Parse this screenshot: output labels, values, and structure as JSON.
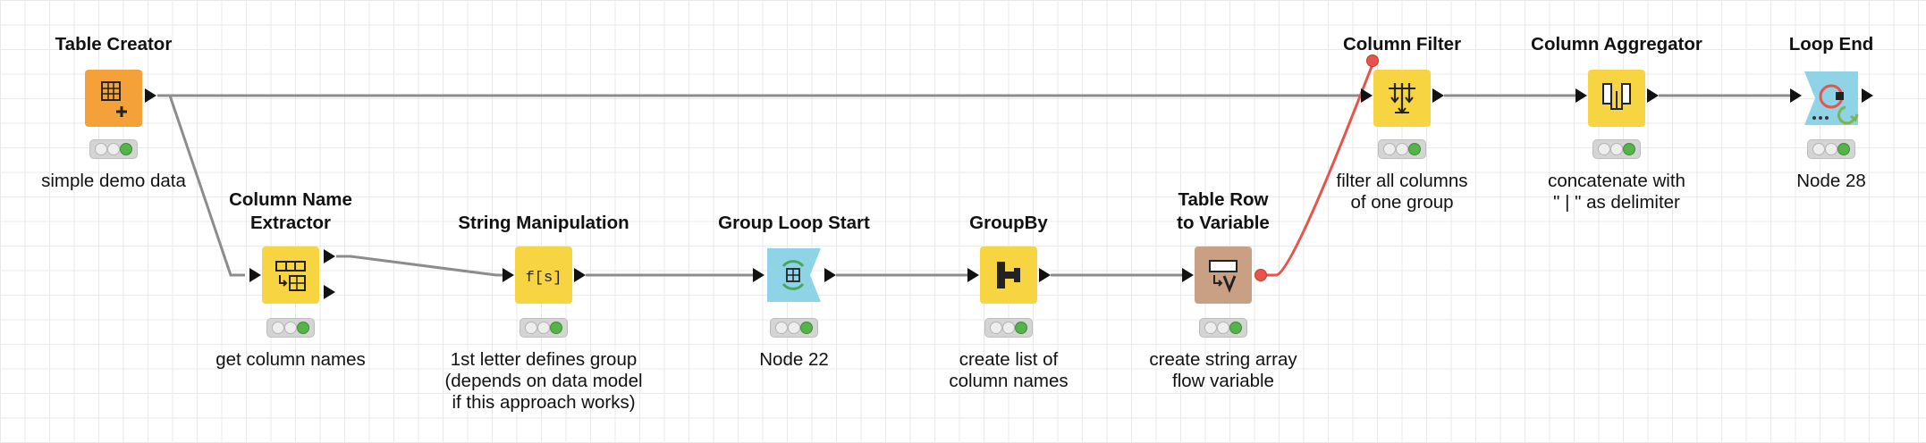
{
  "colors": {
    "data_connection": "#8c8c8c",
    "variable_connection": "#e8534b",
    "source_node": "#f4a13a",
    "manipulator_node": "#f7d442",
    "loop_node": "#8fd3e6",
    "variable_node": "#c9a083",
    "status_ok": "#55b34a"
  },
  "nodes": [
    {
      "id": "table-creator",
      "title": "Table Creator",
      "icon": "table-creator-icon",
      "desc": "simple demo data",
      "status": "green"
    },
    {
      "id": "column-name-extractor",
      "title": "Column Name Extractor",
      "title_line1": "Column Name",
      "title_line2": "Extractor",
      "icon": "column-name-extractor-icon",
      "desc": "get column names",
      "status": "green"
    },
    {
      "id": "string-manipulation",
      "title": "String Manipulation",
      "icon": "string-manipulation-icon",
      "desc_line1": "1st letter defines group",
      "desc_line2": "(depends on data model",
      "desc_line3": "if this approach works)",
      "status": "green"
    },
    {
      "id": "group-loop-start",
      "title": "Group Loop Start",
      "icon": "group-loop-start-icon",
      "desc": "Node 22",
      "status": "green"
    },
    {
      "id": "groupby",
      "title": "GroupBy",
      "icon": "groupby-icon",
      "desc_line1": "create list of",
      "desc_line2": "column names",
      "status": "green"
    },
    {
      "id": "table-row-to-variable",
      "title_line1": "Table Row",
      "title_line2": "to Variable",
      "icon": "table-row-to-variable-icon",
      "desc_line1": "create string array",
      "desc_line2": "flow variable",
      "status": "green"
    },
    {
      "id": "column-filter",
      "title": "Column Filter",
      "icon": "column-filter-icon",
      "desc_line1": "filter all columns",
      "desc_line2": "of one group",
      "status": "green"
    },
    {
      "id": "column-aggregator",
      "title": "Column Aggregator",
      "icon": "column-aggregator-icon",
      "desc_line1": "concatenate with",
      "desc_line2": "\" | \" as delimiter",
      "status": "green"
    },
    {
      "id": "loop-end",
      "title": "Loop End",
      "icon": "loop-end-icon",
      "desc": "Node 28",
      "status": "green"
    }
  ],
  "icon_labels": {
    "string_manipulation": "f[s]"
  }
}
